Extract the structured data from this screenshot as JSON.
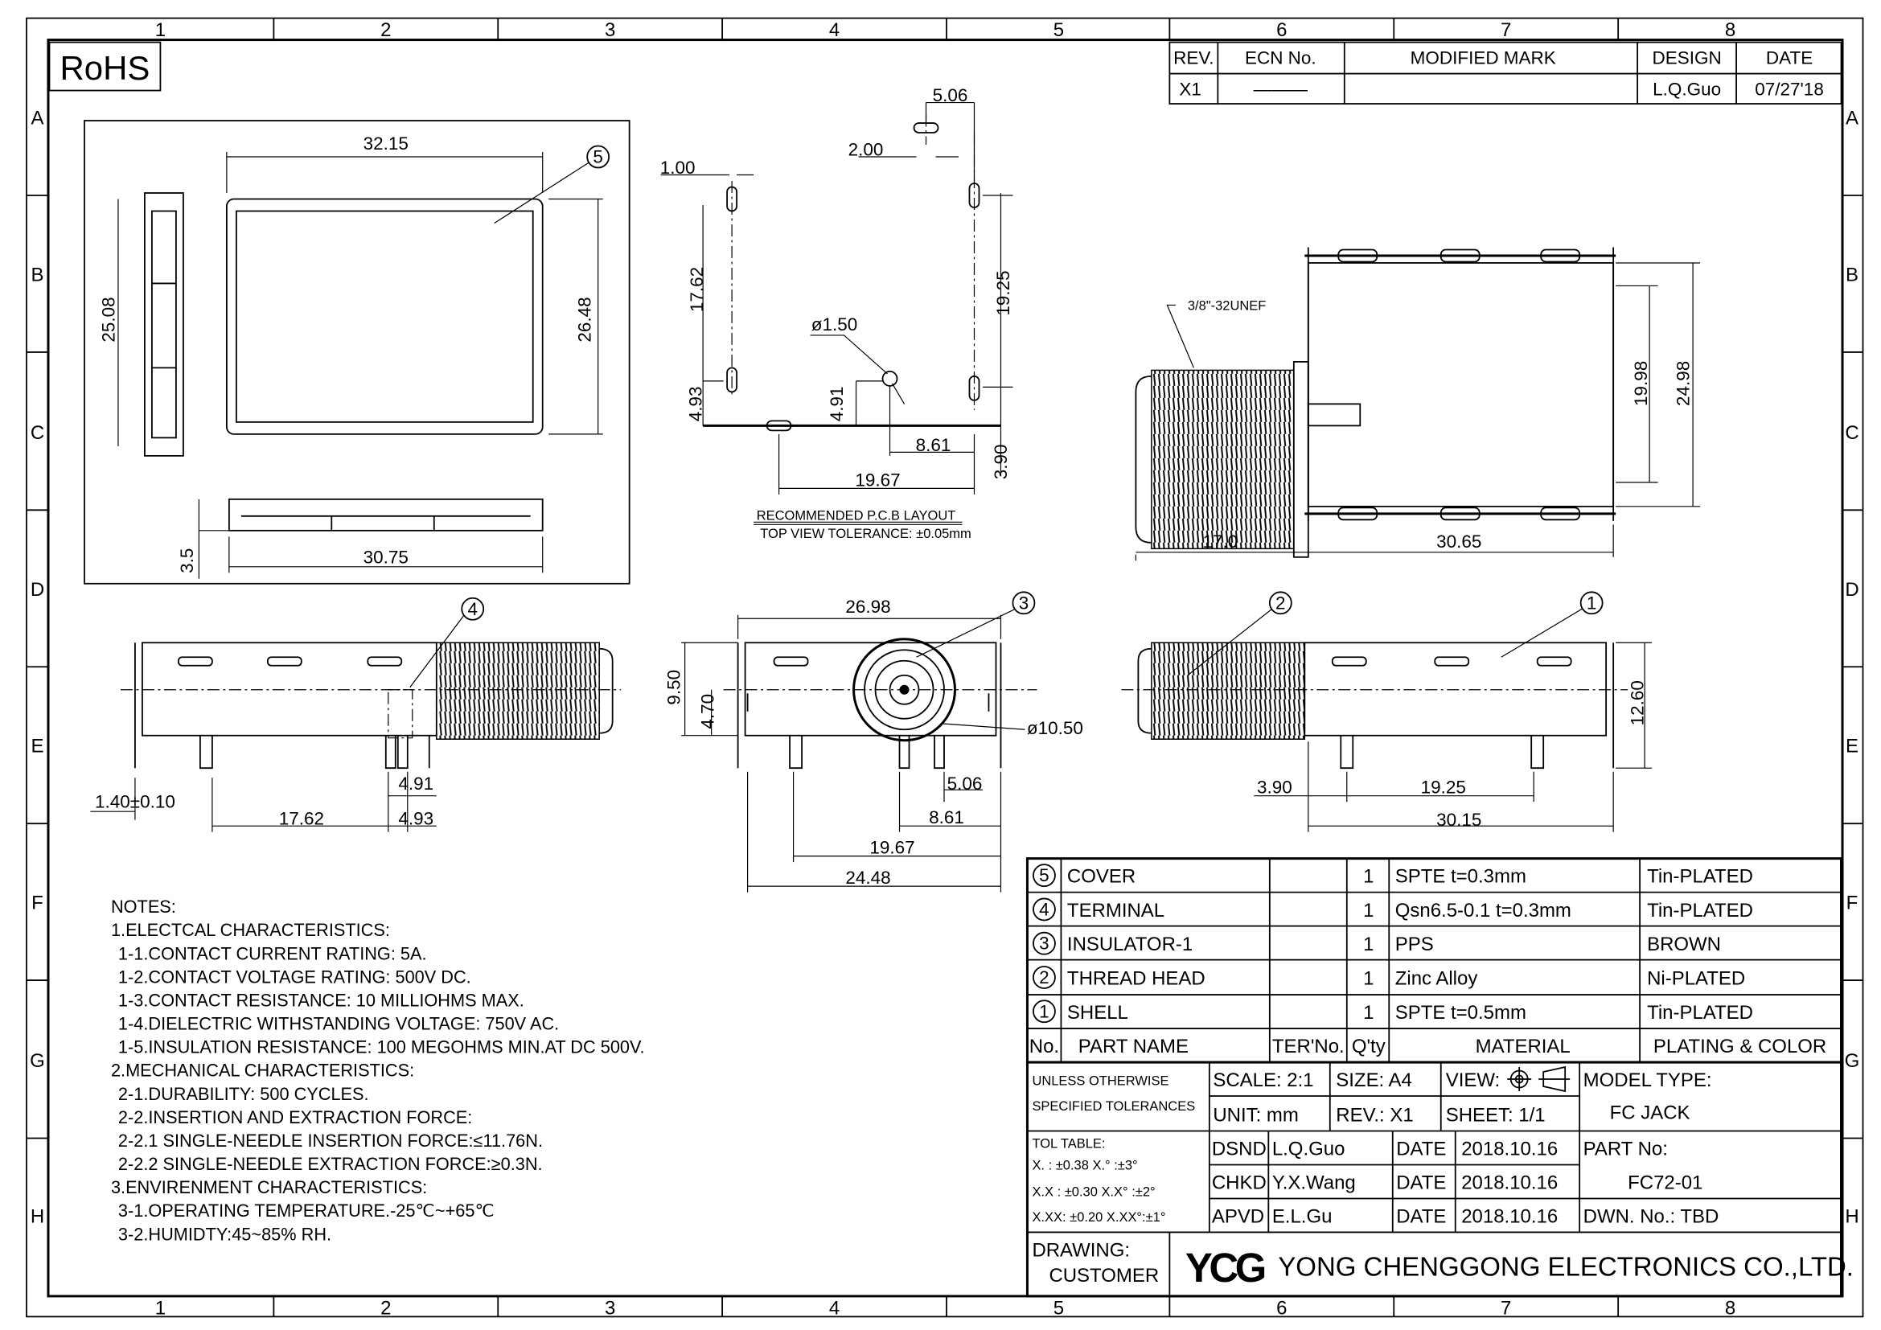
{
  "frame": {
    "columns": [
      "1",
      "2",
      "3",
      "4",
      "5",
      "6",
      "7",
      "8"
    ],
    "rows": [
      "A",
      "B",
      "C",
      "D",
      "E",
      "F",
      "G",
      "H"
    ]
  },
  "rohs": "RoHS",
  "revision_table": {
    "headers": [
      "REV.",
      "ECN No.",
      "MODIFIED MARK",
      "DESIGN",
      "DATE"
    ],
    "row": [
      "X1",
      "———",
      "",
      "L.Q.Guo",
      "07/27'18"
    ]
  },
  "views": {
    "cover": {
      "width": "32.15",
      "callout": "5",
      "height_side": "25.08",
      "height_front": "26.48",
      "thickness": "3.5",
      "bottom_width": "30.75"
    },
    "pcb": {
      "d1": "5.06",
      "d2": "2.00",
      "d3": "1.00",
      "d4": "17.62",
      "d5": "19.25",
      "hole": "ø1.50",
      "d6": "4.93",
      "d7": "4.91",
      "d8": "8.61",
      "d9": "3.90",
      "d10": "19.67",
      "title": "RECOMMENDED P.C.B LAYOUT",
      "subtitle": "TOP VIEW TOLERANCE: ±0.05mm"
    },
    "top": {
      "thread": "3/8\"-32UNEF",
      "d1": "19.98",
      "d2": "24.98",
      "d3": "17.0",
      "d4": "30.65"
    },
    "side_left": {
      "callout": "4",
      "d1": "1.40±0.10",
      "d2": "17.62",
      "d3": "4.91",
      "d4": "4.93"
    },
    "front": {
      "d1": "26.98",
      "callout": "3",
      "d2": "9.50",
      "d3": "4.70",
      "d4": "ø10.50",
      "d5": "5.06",
      "d6": "8.61",
      "d7": "19.67",
      "d8": "24.48"
    },
    "side_right": {
      "callout2": "2",
      "callout1": "1",
      "d1": "12.60",
      "d2": "3.90",
      "d3": "19.25",
      "d4": "30.15"
    }
  },
  "notes": [
    "NOTES:",
    "1.ELECTCAL CHARACTERISTICS:",
    " 1-1.CONTACT CURRENT RATING:   5A.",
    " 1-2.CONTACT VOLTAGE RATING: 500V DC.",
    " 1-3.CONTACT RESISTANCE: 10 MILLIOHMS MAX.",
    " 1-4.DIELECTRIC WITHSTANDING VOLTAGE: 750V AC.",
    " 1-5.INSULATION RESISTANCE: 100 MEGOHMS MIN.AT DC 500V.",
    "2.MECHANICAL CHARACTERISTICS:",
    " 2-1.DURABILITY: 500 CYCLES.",
    " 2-2.INSERTION AND EXTRACTION FORCE:",
    " 2-2.1 SINGLE-NEEDLE INSERTION FORCE:≤11.76N.",
    " 2-2.2 SINGLE-NEEDLE EXTRACTION FORCE:≥0.3N.",
    "3.ENVIRENMENT CHARACTERISTICS:",
    " 3-1.OPERATING TEMPERATURE.-25℃~+65℃",
    " 3-2.HUMIDTY:45~85% RH."
  ],
  "bom": {
    "rows": [
      {
        "no": "5",
        "name": "COVER",
        "ter": "",
        "qty": "1",
        "material": "SPTE t=0.3mm",
        "plating": "Tin-PLATED"
      },
      {
        "no": "4",
        "name": "TERMINAL",
        "ter": "",
        "qty": "1",
        "material": "Qsn6.5-0.1 t=0.3mm",
        "plating": "Tin-PLATED"
      },
      {
        "no": "3",
        "name": "INSULATOR-1",
        "ter": "",
        "qty": "1",
        "material": "PPS",
        "plating": "BROWN"
      },
      {
        "no": "2",
        "name": "THREAD HEAD",
        "ter": "",
        "qty": "1",
        "material": "Zinc Alloy",
        "plating": "Ni-PLATED"
      },
      {
        "no": "1",
        "name": "SHELL",
        "ter": "",
        "qty": "1",
        "material": "SPTE t=0.5mm",
        "plating": "Tin-PLATED"
      }
    ],
    "headers": [
      "No.",
      "PART NAME",
      "TER'No.",
      "Q'ty",
      "MATERIAL",
      "PLATING & COLOR"
    ]
  },
  "title_block": {
    "tol_note_1": "UNLESS OTHERWISE",
    "tol_note_2": "SPECIFIED TOLERANCES",
    "scale": "SCALE: 2:1",
    "size": "SIZE:  A4",
    "view": "VIEW:",
    "unit": "UNIT:  mm",
    "rev": "REV.:  X1",
    "sheet": "SHEET:  1/1",
    "model_label": "MODEL  TYPE:",
    "model_value": "FC  JACK",
    "tol_table": [
      "TOL  TABLE:",
      "X.  : ±0.38    X.° :±3°",
      "X.X : ±0.30    X.X° :±2°",
      "X.XX: ±0.20   X.XX°:±1°"
    ],
    "dsnd": "DSND",
    "dsnd_name": "L.Q.Guo",
    "chkd": "CHKD",
    "chkd_name": "Y.X.Wang",
    "apvd": "APVD",
    "apvd_name": "E.L.Gu",
    "date_label": "DATE",
    "date": "2018.10.16",
    "part_label": "PART  No:",
    "part_value": "FC72-01",
    "dwn": "DWN.  No.:  TBD",
    "drawing": "DRAWING:",
    "customer": "CUSTOMER",
    "logo": "YCG",
    "company": "YONG  CHENGGONG  ELECTRONICS  CO.,LTD."
  }
}
